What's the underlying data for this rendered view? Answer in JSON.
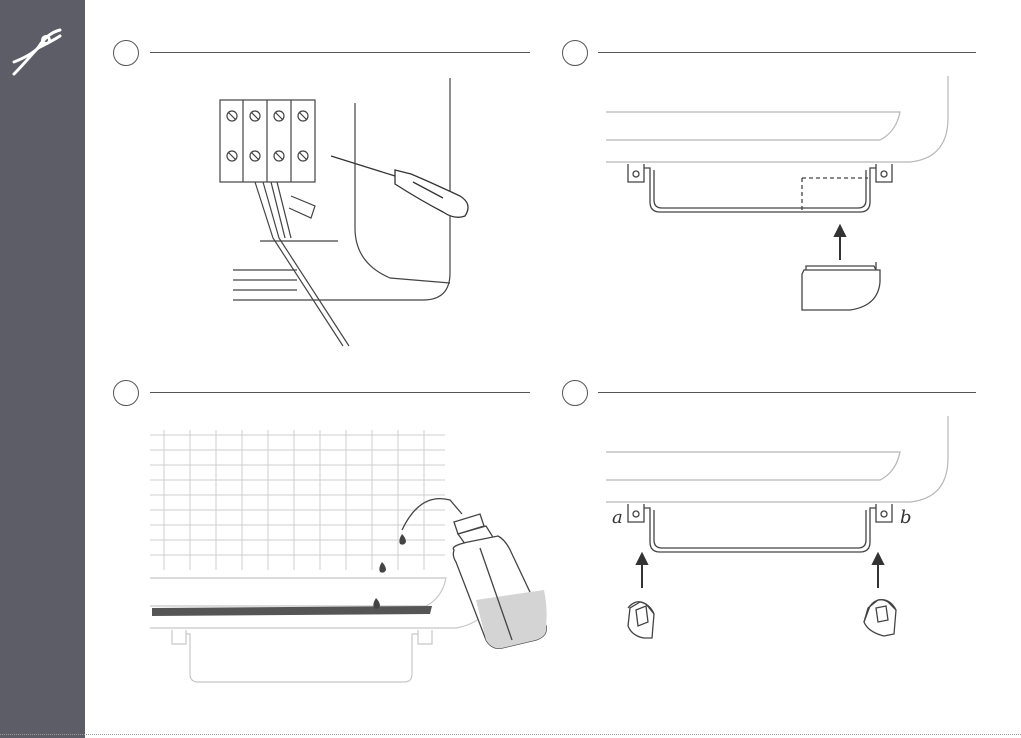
{
  "sidebar": {
    "icon": "pliers-icon",
    "color": "#5c5d66"
  },
  "steps": [
    {
      "id": "step-1",
      "icon": "screwdriver-icon"
    },
    {
      "id": "step-2",
      "icon": "arrow-up-icon"
    },
    {
      "id": "step-3",
      "icon": "wash-bottle-icon"
    },
    {
      "id": "step-4",
      "icon": "arrow-up-icon"
    }
  ],
  "labels": {
    "a": "a",
    "b": "b"
  }
}
